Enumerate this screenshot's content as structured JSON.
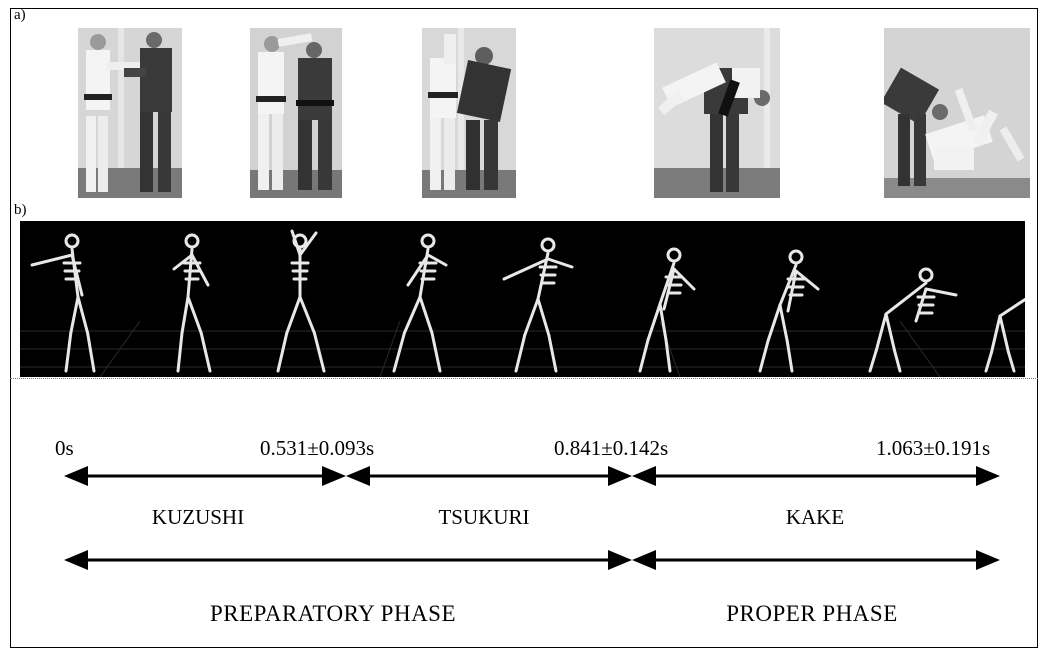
{
  "panels": {
    "a": "a)",
    "b": "b)"
  },
  "photos": [
    "judo-grip",
    "judo-arm-raise",
    "judo-entry",
    "judo-throw-lift",
    "judo-landing"
  ],
  "timepoints": [
    "0s",
    "0.531±0.093s",
    "0.841±0.142s",
    "1.063±0.191s"
  ],
  "phases": [
    "KUZUSHI",
    "TSUKURI",
    "KAKE"
  ],
  "superphases": [
    "PREPARATORY PHASE",
    "PROPER PHASE"
  ],
  "colors": {
    "background": "#ffffff",
    "strip": "#000000",
    "arrow": "#000000"
  }
}
